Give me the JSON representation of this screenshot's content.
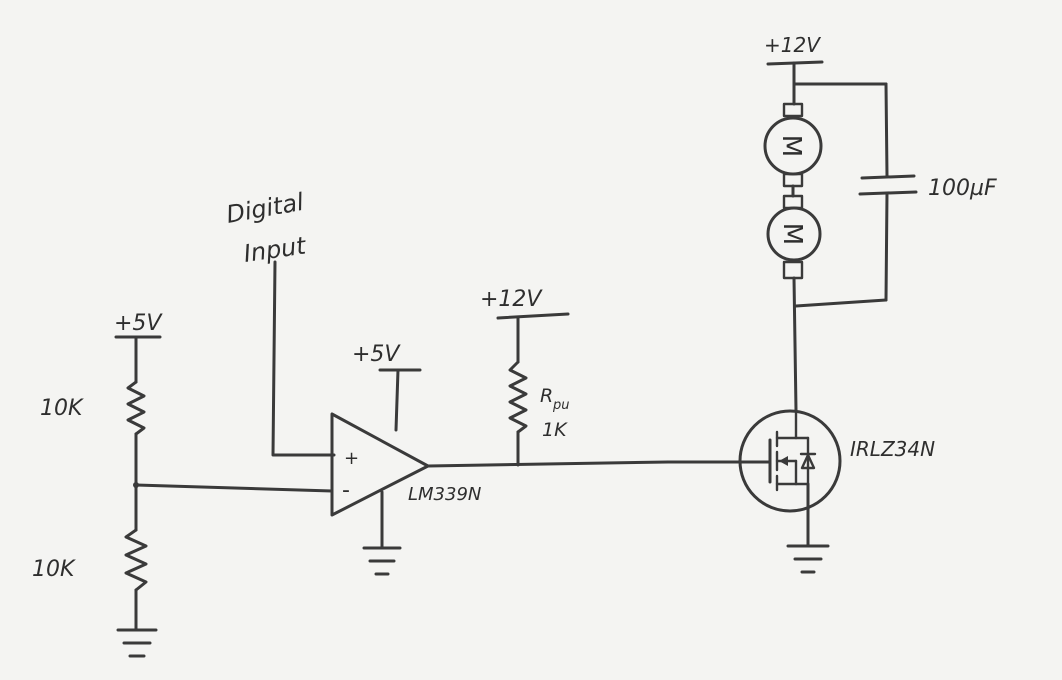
{
  "labels": {
    "supply_5v_divider": "+5V",
    "supply_5v_comparator": "+5V",
    "supply_12v_pullup": "+12V",
    "supply_12v_motor": "+12V",
    "resistor_top": "10K",
    "resistor_bottom": "10K",
    "digital_input_line1": "Digital",
    "digital_input_line2": "Input",
    "comparator_plus": "+",
    "comparator_minus": "-",
    "comparator_part": "LM339N",
    "pullup_name_main": "R",
    "pullup_name_sub": "pu",
    "pullup_value": "1K",
    "capacitor_value": "100µF",
    "motor_top_symbol": "M",
    "motor_bottom_symbol": "M",
    "mosfet_part": "IRLZ34N"
  },
  "colors": {
    "paper": "#f4f4f2",
    "ink": "#3a3a3a"
  }
}
